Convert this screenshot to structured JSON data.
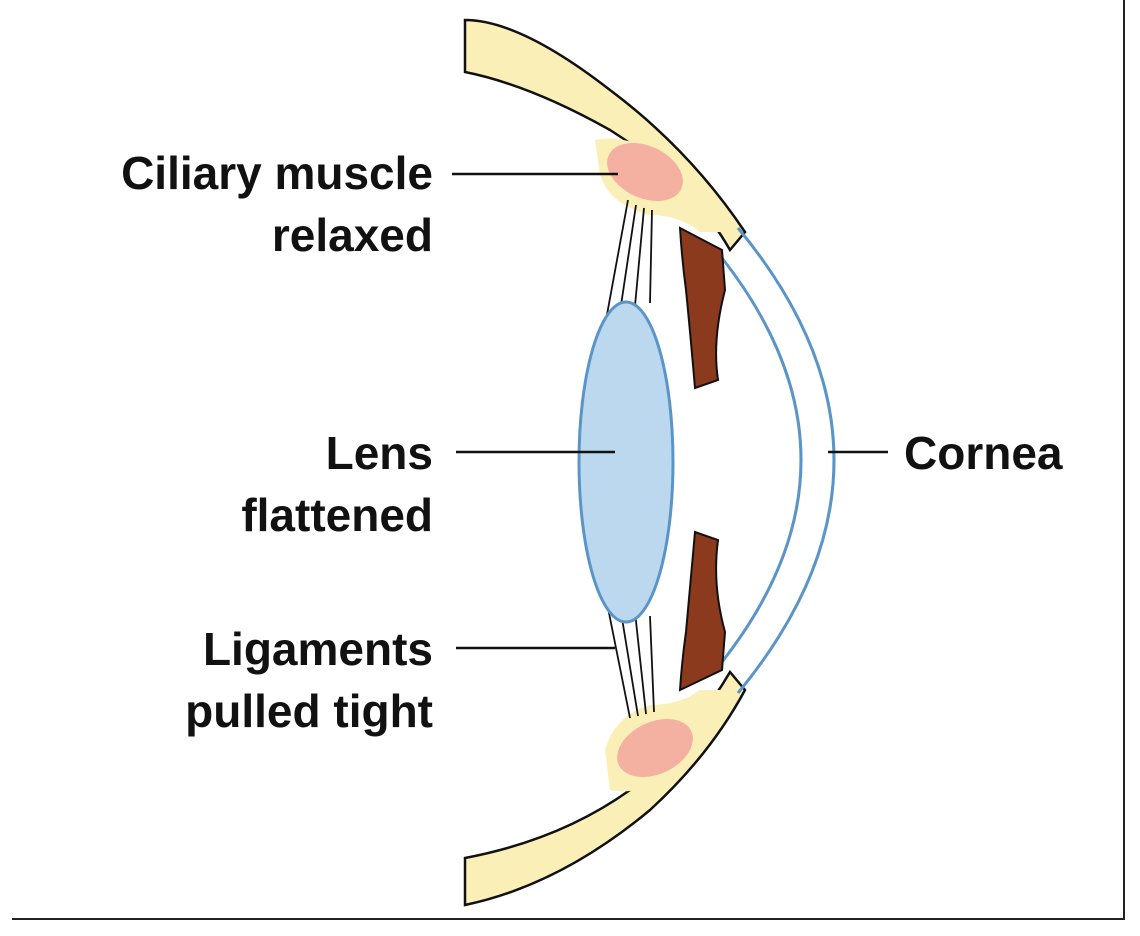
{
  "labels": {
    "ciliary_muscle": {
      "line1": "Ciliary muscle",
      "line2": "relaxed"
    },
    "lens": {
      "line1": "Lens",
      "line2": "flattened"
    },
    "ligaments": {
      "line1": "Ligaments",
      "line2": "pulled tight"
    },
    "cornea": {
      "line1": "Cornea"
    }
  },
  "colors": {
    "sclera_fill": "#fbefb8",
    "ciliary_fill": "#f4b0a0",
    "iris_fill": "#8b3a1e",
    "lens_fill": "#bcd8ef",
    "lens_stroke": "#5b95c8",
    "cornea_stroke": "#5b95c8",
    "outline": "#111111"
  }
}
